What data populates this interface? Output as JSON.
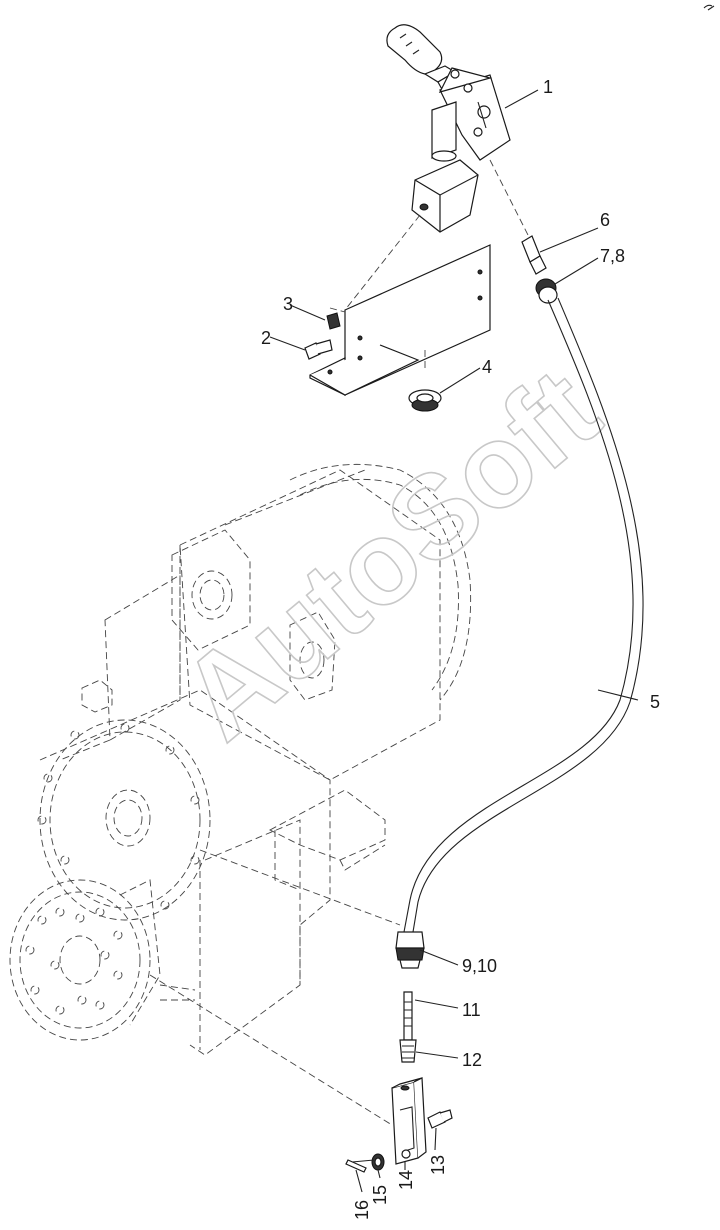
{
  "watermark": "AutoSoft",
  "callouts": {
    "c1": "1",
    "c2": "2",
    "c3": "3",
    "c4": "4",
    "c5": "5",
    "c6": "6",
    "c7": "7,8",
    "c9": "9,10",
    "c11": "11",
    "c12": "12",
    "c13": "13",
    "c14": "14",
    "c15": "15",
    "c16": "16"
  }
}
